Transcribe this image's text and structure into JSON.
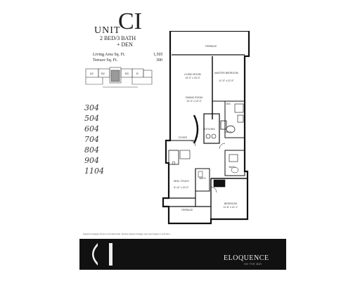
{
  "header": {
    "unit_word": "UNIT",
    "unit_code": "CI",
    "bed_bath": "2 BED/3 BATH",
    "den": "+ DEN",
    "living_area_label": "Living Area Sq. Ft.",
    "living_area_value": "1,505",
    "terrace_label": "Terrace Sq. Ft.",
    "terrace_value": "300"
  },
  "handwritten_units": [
    "304",
    "504",
    "604",
    "704",
    "804",
    "904",
    "1104"
  ],
  "floorplan": {
    "rooms": {
      "terrace_top": "TERRACE",
      "living_room": "LIVING ROOM",
      "living_room_dim": "13'-0\" x 15'-0\"",
      "master_bedroom": "MASTER BEDROOM",
      "master_bedroom_dim": "11'-0\" x 12'-9\"",
      "dining_room": "DINING ROOM",
      "dining_room_dim": "13'-0\" x 10'-0\"",
      "kitchen": "KITCHEN",
      "foyer": "FOYER",
      "wic": "W/C",
      "bath_master": "BATH",
      "den_study": "DEN / STUDY",
      "den_dim": "8'-11\" x 10'-0\"",
      "bath_den": "BATH",
      "bath_2": "BATH",
      "bedroom": "BEDROOM",
      "bedroom_dim": "11'-6\" x 11'-1\"",
      "terrace_bottom": "TERRACE"
    }
  },
  "footnote": "Square Footages shown is Architectural. Terrace square footage may vary based on unit floor.",
  "brand": {
    "name": "ELOQUENCE",
    "tagline": "ON THE BAY"
  }
}
